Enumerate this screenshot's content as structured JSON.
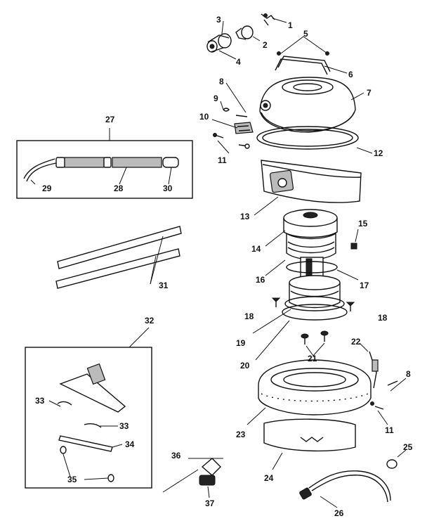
{
  "part_numbers": {
    "p1": "1",
    "p2": "2",
    "p3": "3",
    "p4": "4",
    "p5": "5",
    "p6": "6",
    "p7": "7",
    "p8a": "8",
    "p8b": "8",
    "p9": "9",
    "p10": "10",
    "p11a": "11",
    "p11b": "11",
    "p12": "12",
    "p13": "13",
    "p14": "14",
    "p15": "15",
    "p16": "16",
    "p17": "17",
    "p18a": "18",
    "p18b": "18",
    "p19": "19",
    "p20": "20",
    "p21": "21",
    "p22": "22",
    "p23": "23",
    "p24": "24",
    "p25": "25",
    "p26": "26",
    "p27": "27",
    "p28": "28",
    "p29": "29",
    "p30": "30",
    "p31": "31",
    "p32": "32",
    "p33a": "33",
    "p33b": "33",
    "p34": "34",
    "p35": "35",
    "p36": "36",
    "p37": "37"
  },
  "colors": {
    "ink": "#111111",
    "background": "#ffffff"
  }
}
